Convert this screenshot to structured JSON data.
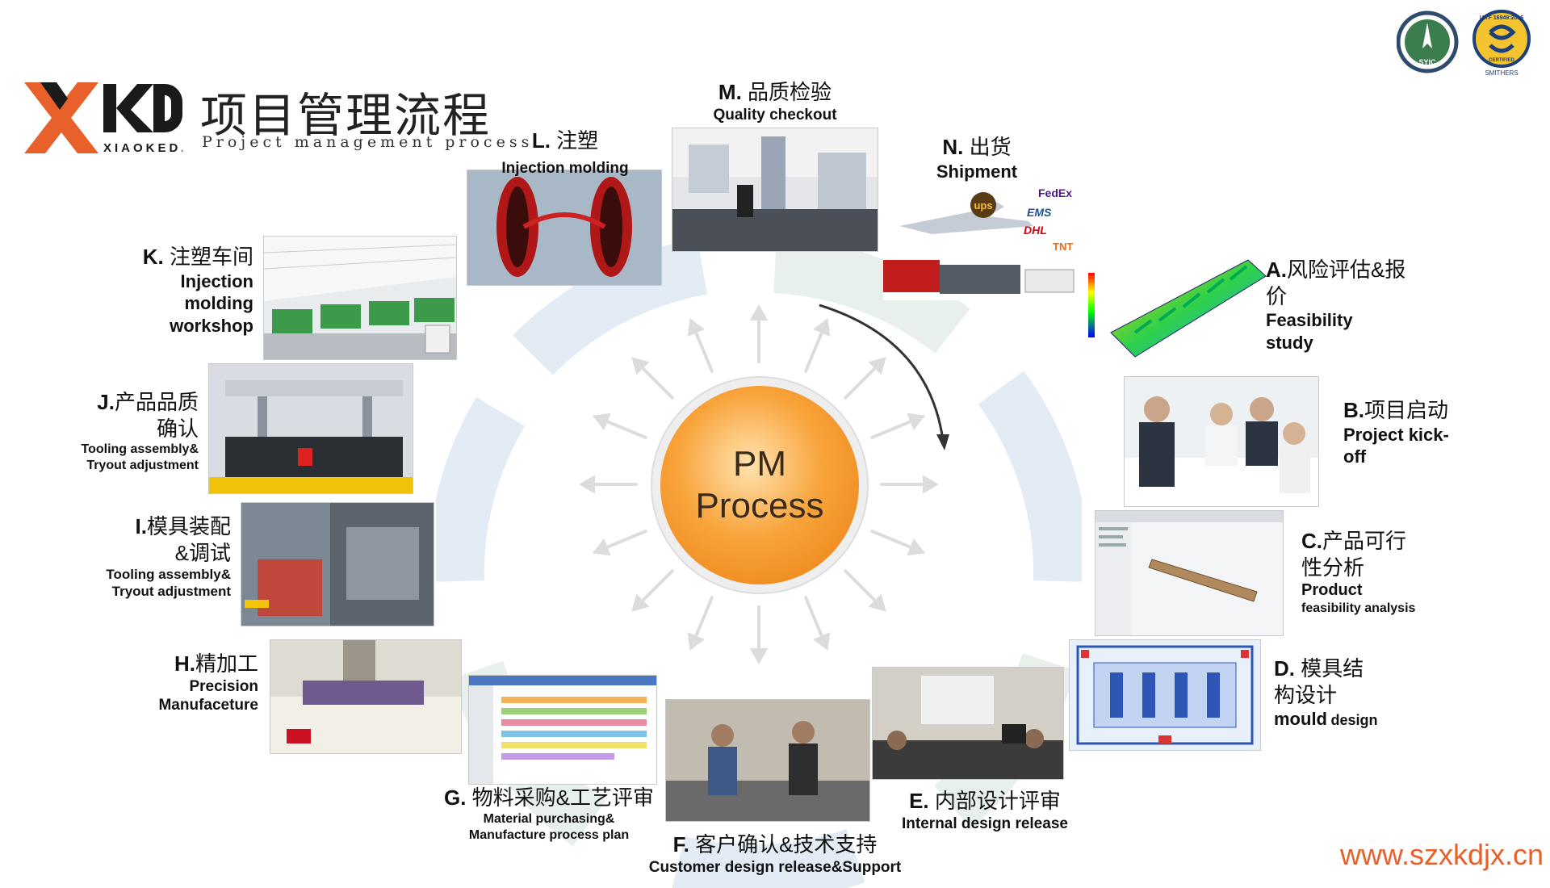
{
  "header": {
    "brand": "XIAOKEDA",
    "title_zh": "项目管理流程",
    "title_en": "Project management process"
  },
  "certs": {
    "syic": "SYIC",
    "iatf": "IATF 16949:2016",
    "certified": "CERTIFIED",
    "smithers": "SMITHERS"
  },
  "center": {
    "line1": "PM",
    "line2": "Process"
  },
  "steps": {
    "a": {
      "letter": "A.",
      "zh": "风险评估&报价",
      "en1": "Feasibility",
      "en2": "study"
    },
    "b": {
      "letter": "B.",
      "zh": "项目启动",
      "en1": "Project kick-",
      "en2": "off"
    },
    "c": {
      "letter": "C.",
      "zh1": "产品可行",
      "zh2": "性分析",
      "en1": "Product",
      "en2": "feasibility analysis"
    },
    "d": {
      "letter": "D.",
      "zh1": "模具结",
      "zh2": "构设计",
      "en1": "mould",
      "en2": "design"
    },
    "e": {
      "letter": "E.",
      "zh": "内部设计评审",
      "en": "Internal design release"
    },
    "f": {
      "letter": "F.",
      "zh": "客户确认&技术支持",
      "en": "Customer design release&Support"
    },
    "g": {
      "letter": "G.",
      "zh": "物料采购&工艺评审",
      "en1": "Material purchasing&",
      "en2": "Manufacture process plan"
    },
    "h": {
      "letter": "H.",
      "zh": "精加工",
      "en1": "Precision",
      "en2": "Manufaceture"
    },
    "i": {
      "letter": "I.",
      "zh1": "模具装配",
      "zh2": "&调试",
      "en1": "Tooling assembly&",
      "en2": "Tryout adjustment"
    },
    "j": {
      "letter": "J.",
      "zh1": "产品品质",
      "zh2": "确认",
      "en1": "Tooling assembly&",
      "en2": "Tryout adjustment"
    },
    "k": {
      "letter": "K.",
      "zh": "注塑车间",
      "en1": "Injection",
      "en2": "molding",
      "en3": "workshop"
    },
    "l": {
      "letter": "L.",
      "zh": "注塑",
      "en": "Injection molding"
    },
    "m": {
      "letter": "M.",
      "zh": "品质检验",
      "en": "Quality checkout"
    },
    "n": {
      "letter": "N.",
      "zh": "出货",
      "en": "Shipment"
    }
  },
  "shipment_logos": {
    "ups": "ups",
    "fedex": "FedEx",
    "ems": "EMS",
    "dhl": "DHL",
    "tnt": "TNT"
  },
  "footer": {
    "website": "www.szxkdjx.cn"
  },
  "colors": {
    "orange": "#e8602a",
    "core": "#f39a2b",
    "ring": "#e3ebf5"
  }
}
